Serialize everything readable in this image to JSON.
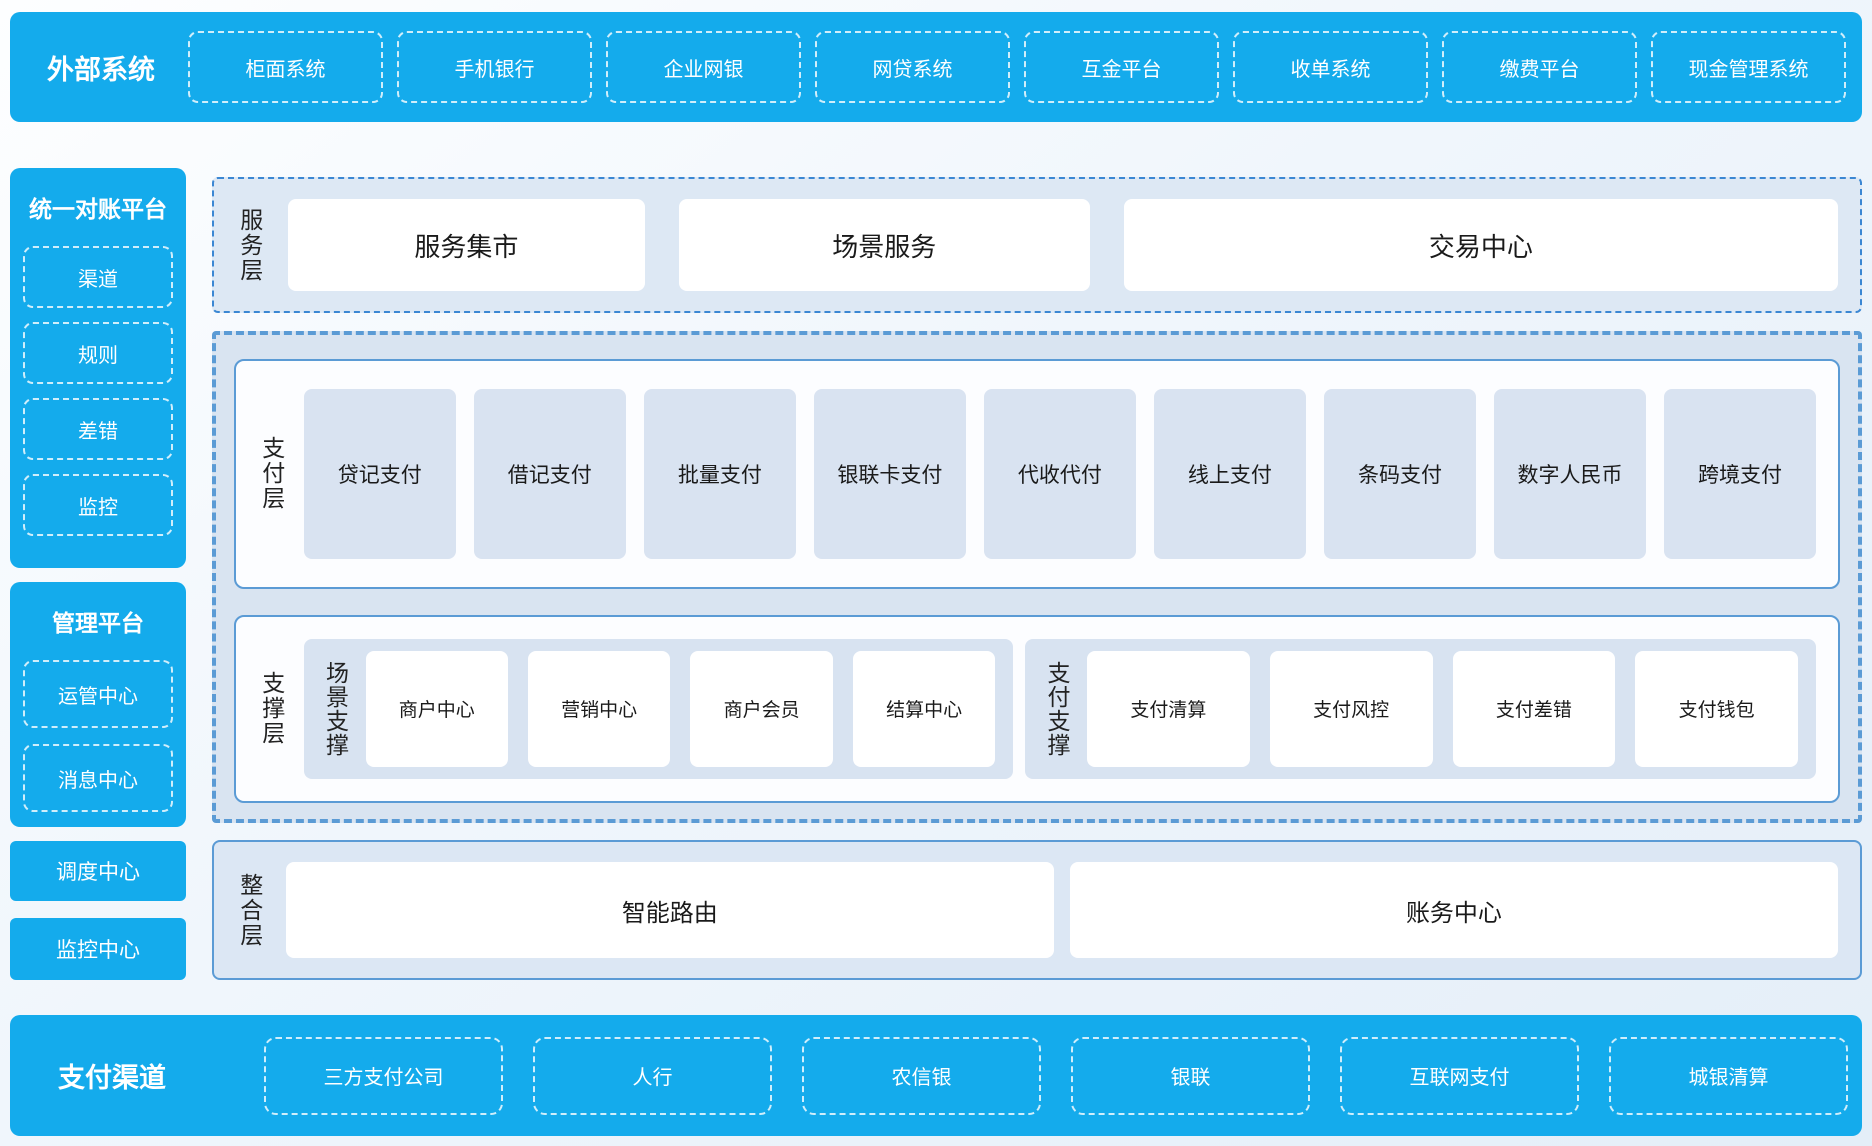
{
  "colors": {
    "primary_blue": "#14abec",
    "border_blue": "#5b9bd5",
    "dash_dot_blue": "#3b87d3",
    "panel_bg": "#dde8f4",
    "item_bg": "#d9e3f1",
    "white_box": "#ffffff"
  },
  "top_banner": {
    "title": "外部系统",
    "items": [
      "柜面系统",
      "手机银行",
      "企业网银",
      "网贷系统",
      "互金平台",
      "收单系统",
      "缴费平台",
      "现金管理系统"
    ]
  },
  "left_sidebar": {
    "reconciliation_platform": {
      "title": "统一对账平台",
      "items": [
        "渠道",
        "规则",
        "差错",
        "监控"
      ]
    },
    "management_platform": {
      "title": "管理平台",
      "items": [
        "运管中心",
        "消息中心"
      ]
    },
    "dispatch_center_label": "调度中心",
    "monitor_center_label": "监控中心"
  },
  "service_layer": {
    "label": "服务层",
    "items": [
      "服务集市",
      "场景服务",
      "交易中心"
    ]
  },
  "payment_layer": {
    "label": "支付层",
    "items": [
      "贷记支付",
      "借记支付",
      "批量支付",
      "银联卡支付",
      "代收代付",
      "线上支付",
      "条码支付",
      "数字人民币",
      "跨境支付"
    ]
  },
  "support_layer": {
    "label": "支撑层",
    "scene_group": {
      "label": "场景支撑",
      "items": [
        "商户中心",
        "营销中心",
        "商户会员",
        "结算中心"
      ]
    },
    "payment_group": {
      "label": "支付支撑",
      "items": [
        "支付清算",
        "支付风控",
        "支付差错",
        "支付钱包"
      ]
    }
  },
  "integration_layer": {
    "label": "整合层",
    "items": [
      "智能路由",
      "账务中心"
    ]
  },
  "bottom_banner": {
    "title": "支付渠道",
    "items": [
      "三方支付公司",
      "人行",
      "农信银",
      "银联",
      "互联网支付",
      "城银清算"
    ]
  }
}
